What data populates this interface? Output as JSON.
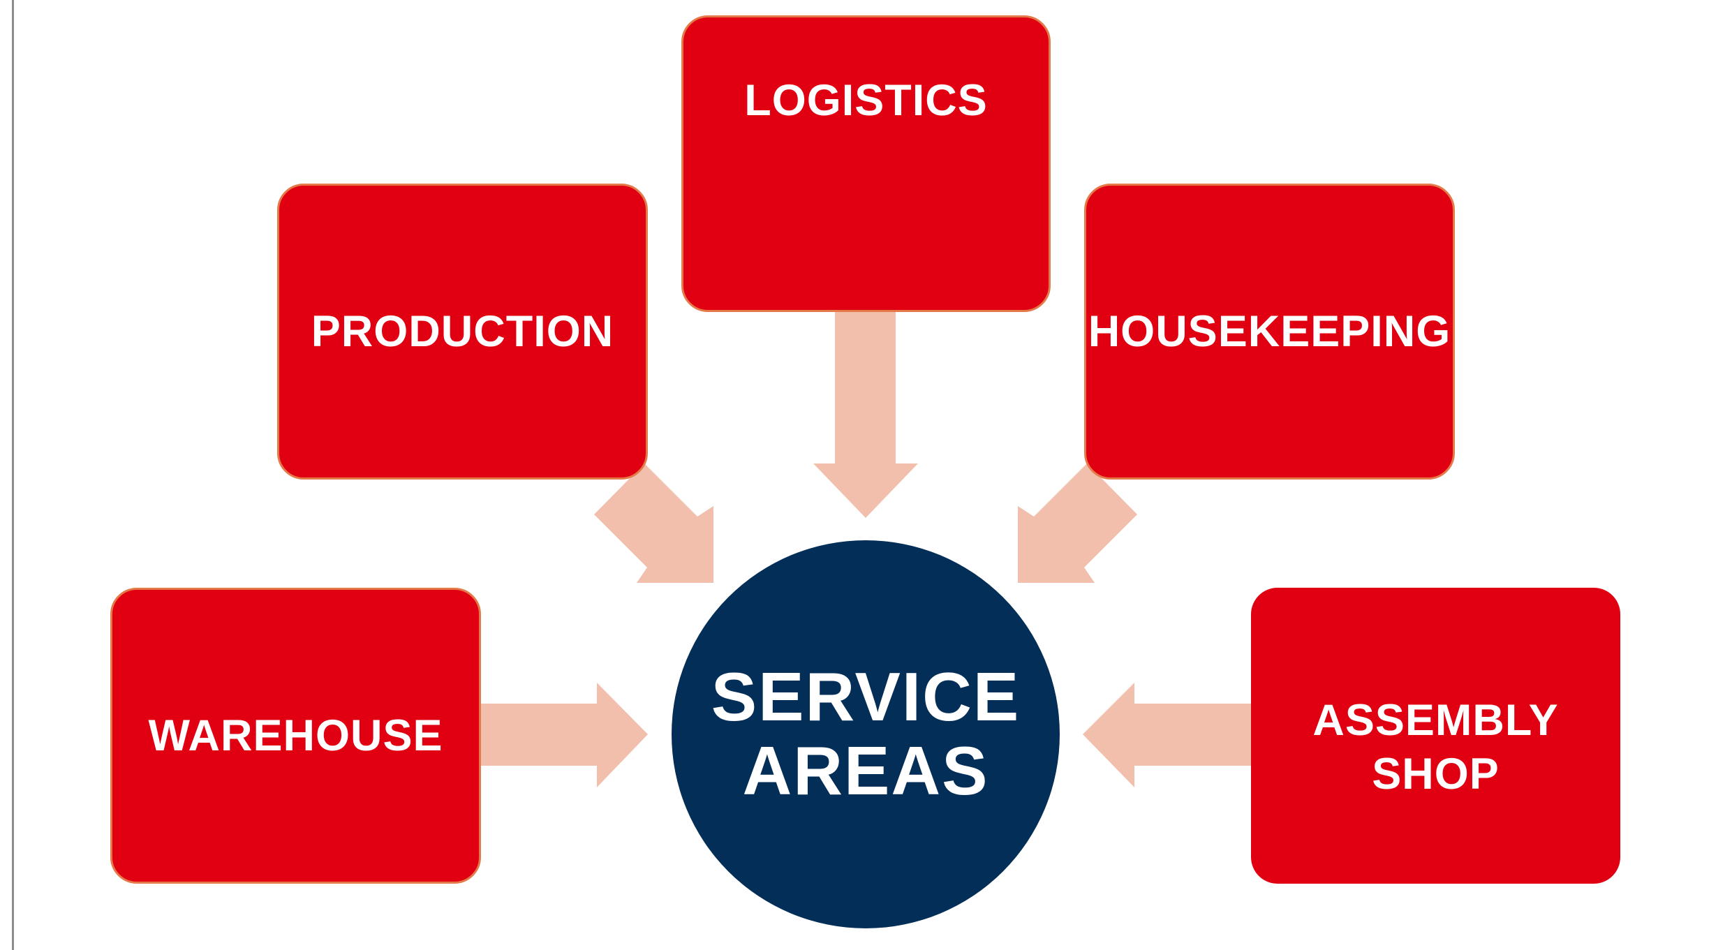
{
  "diagram": {
    "center": {
      "line1": "SERVICE",
      "line2": "AREAS",
      "color": "#022e58"
    },
    "areas": [
      {
        "id": "production",
        "label": "PRODUCTION"
      },
      {
        "id": "logistics",
        "label": "LOGISTICS"
      },
      {
        "id": "housekeeping",
        "label": "HOUSEKEEPING"
      },
      {
        "id": "warehouse",
        "label": "WAREHOUSE"
      },
      {
        "id": "assembly",
        "line1": "ASSEMBLY",
        "line2": "SHOP"
      }
    ],
    "colors": {
      "box_fill": "#e10012",
      "box_border": "#e47a4a",
      "arrow_fill": "#f2bfad",
      "text": "#ffffff"
    }
  }
}
